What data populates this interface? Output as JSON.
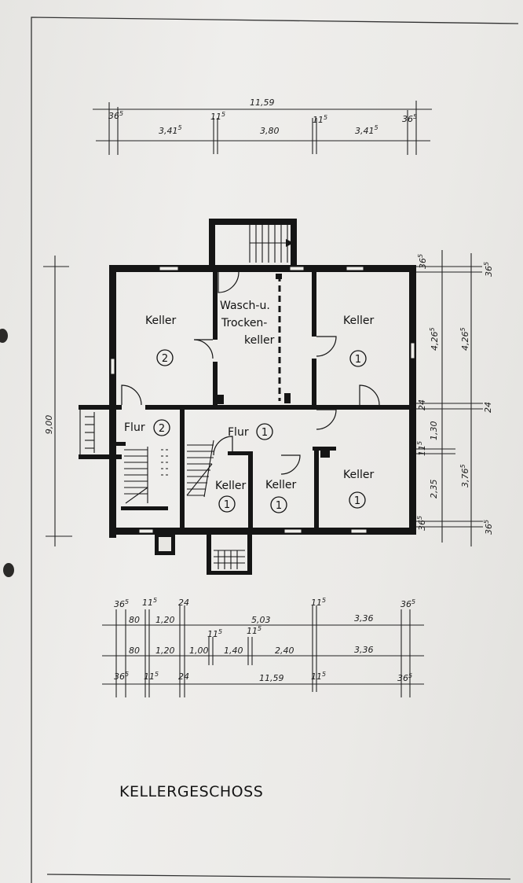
{
  "title": "KELLERGESCHOSS",
  "top_dims": {
    "total": "11,59",
    "w365_left": "36",
    "w365_left_sup": "5",
    "a": "3,41",
    "a_sup": "5",
    "w115a": "11",
    "w115a_sup": "5",
    "b": "3,80",
    "w115b": "11",
    "w115b_sup": "5",
    "c": "3,41",
    "c_sup": "5",
    "w365_right": "36",
    "w365_right_sup": "5"
  },
  "left_dims": {
    "total": "9,00"
  },
  "right_dims": {
    "w365_top_a": "36",
    "w365_top_a_sup": "5",
    "w365_top_b": "36",
    "w365_top_b_sup": "5",
    "h1": "4,26",
    "h1_sup": "5",
    "h1b": "4,26",
    "h1b_sup": "5",
    "w24a": "24",
    "w24b": "24",
    "h130": "1,30",
    "w115": "11",
    "w115_sup": "5",
    "h235": "2,35",
    "h376": "3,76",
    "h376_sup": "5",
    "w365_bot_a": "36",
    "w365_bot_a_sup": "5",
    "w365_bot_b": "36",
    "w365_bot_b_sup": "5"
  },
  "bottom_dims": {
    "row1": {
      "w365": "36",
      "w365_sup": "5",
      "w115": "11",
      "w115_sup": "5",
      "w24": "24",
      "w80": "80",
      "w120": "1,20",
      "w503": "5,03",
      "w115b": "11",
      "w115b_sup": "5",
      "w336": "3,36",
      "w365b": "36",
      "w365b_sup": "5"
    },
    "row2": {
      "w80": "80",
      "w120": "1,20",
      "w100": "1,00",
      "w115a": "11",
      "w115a_sup": "5",
      "w140": "1,40",
      "w115b": "11",
      "w115b_sup": "5",
      "w240": "2,40",
      "w336": "3,36"
    },
    "row3": {
      "w365": "36",
      "w365_sup": "5",
      "w115": "11",
      "w115_sup": "5",
      "w24": "24",
      "total": "11,59",
      "w115b": "11",
      "w115b_sup": "5",
      "w365b": "36",
      "w365b_sup": "5"
    }
  },
  "rooms": {
    "keller_tl": {
      "label": "Keller",
      "num": "2"
    },
    "wasch_line1": "Wasch-u.",
    "wasch_line2": "Trocken-",
    "wasch_line3": "keller",
    "keller_tr": {
      "label": "Keller",
      "num": "1"
    },
    "flur_left": {
      "label": "Flur",
      "num": "2"
    },
    "flur_mid": {
      "label": "Flur",
      "num": "1"
    },
    "keller_small1": {
      "label": "Keller",
      "num": "1"
    },
    "keller_small2": {
      "label": "Keller",
      "num": "1"
    },
    "keller_br": {
      "label": "Keller",
      "num": "1"
    }
  }
}
